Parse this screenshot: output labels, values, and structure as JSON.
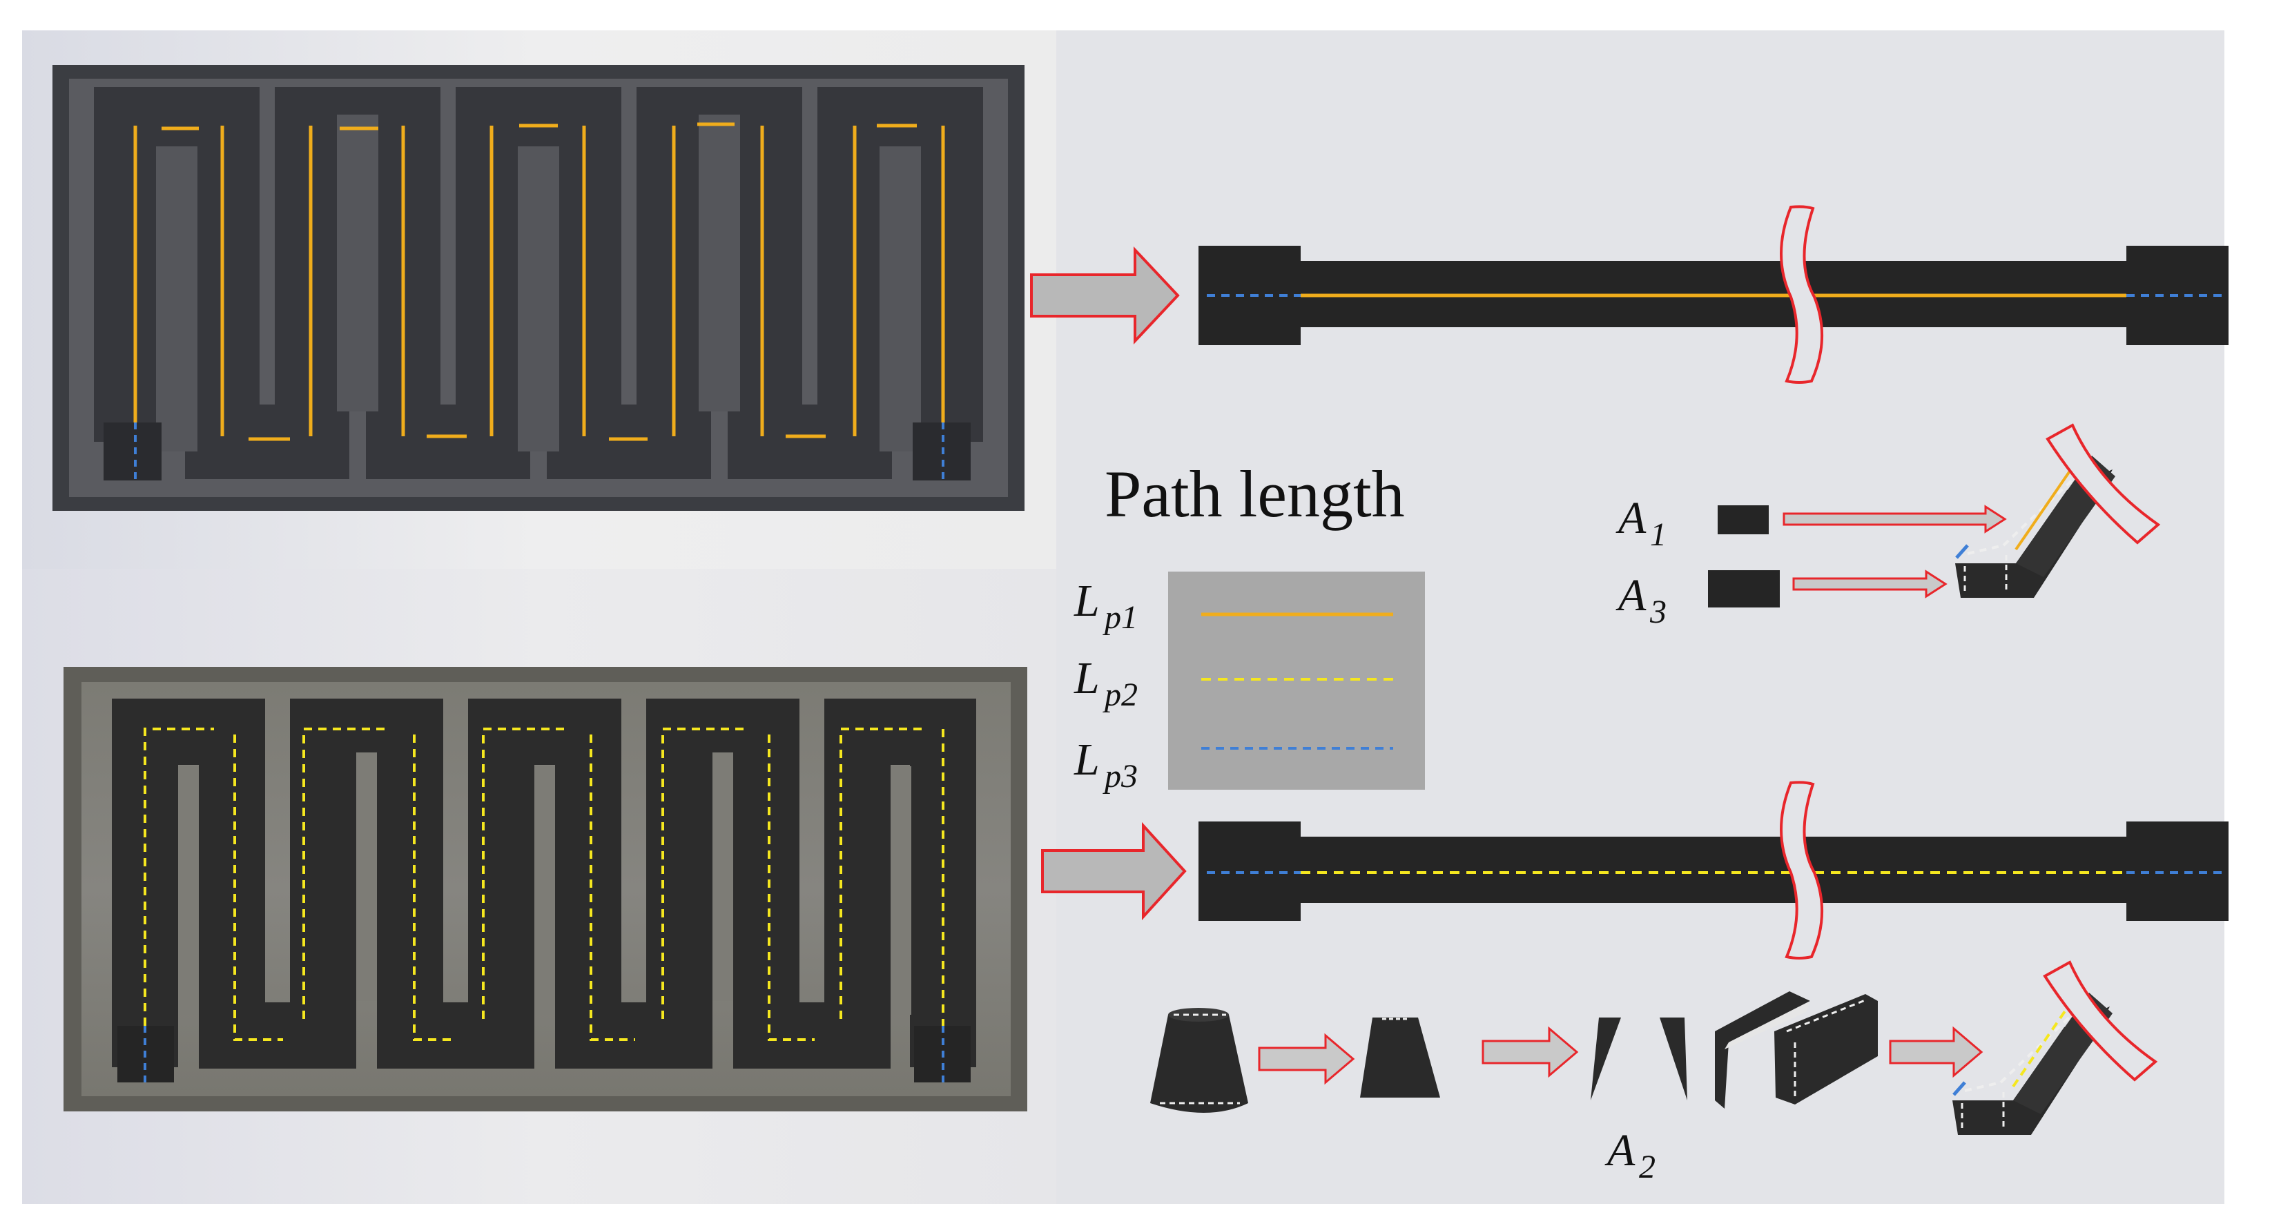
{
  "legend": {
    "title": "Path length",
    "items": [
      {
        "symbol": "L",
        "sub": "p1",
        "style": "solid",
        "color": "#f0ad1c"
      },
      {
        "symbol": "L",
        "sub": "p2",
        "style": "dashed",
        "color": "#f5e71f"
      },
      {
        "symbol": "L",
        "sub": "p3",
        "style": "dashed",
        "color": "#3f7fd6"
      }
    ]
  },
  "areas": {
    "a1": {
      "symbol": "A",
      "sub": "1"
    },
    "a3": {
      "symbol": "A",
      "sub": "3"
    },
    "a2": {
      "symbol": "A",
      "sub": "2"
    }
  },
  "colors": {
    "path_solid": "#f0ad1c",
    "path_dashed": "#f5e71f",
    "inlet_dashed": "#3f7fd6",
    "arrow_outline": "#e8262b",
    "arrow_fill": "#b8b8b8",
    "channel_dark": "#262626",
    "background_right": "#e3e4e8"
  },
  "icons": {
    "arrow": "red-outlined-block-arrow",
    "break_mark": "red-break-symbol"
  }
}
